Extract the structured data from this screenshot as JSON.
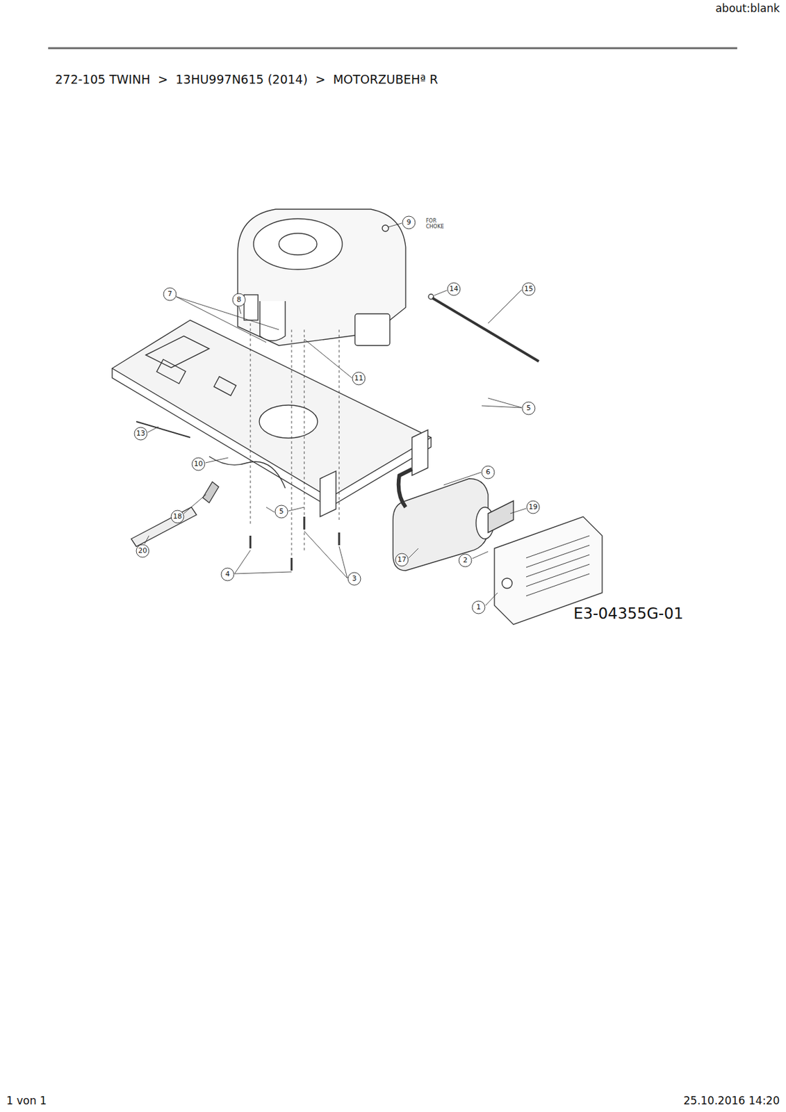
{
  "diagram": {
    "title": "272-105 TWINH  >  13HU997N615 (2014)  >  MOTORZUBEHª R",
    "labels": [
      "about:blank",
      "9",
      "FOR CHOKE",
      "7",
      "8",
      "14",
      "15",
      "11",
      "5",
      "6",
      "13",
      "10",
      "5",
      "19",
      "18",
      "20",
      "17",
      "2",
      "4",
      "3",
      "1",
      "E3-04355G-01",
      "1 von 1",
      "25.10.2016 14:20"
    ]
  }
}
